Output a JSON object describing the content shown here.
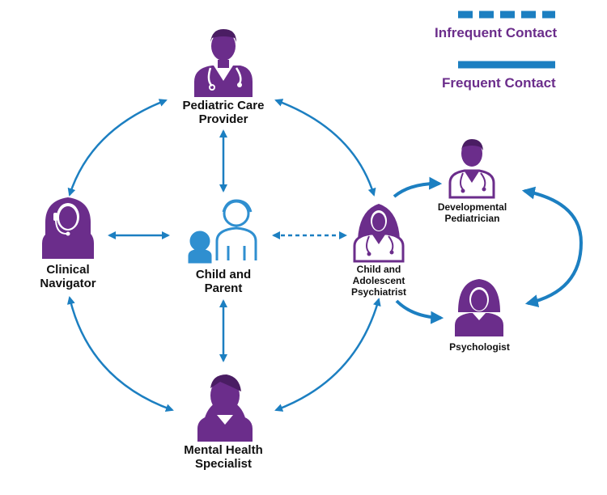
{
  "legend": {
    "infrequent_label": "Infrequent Contact",
    "frequent_label": "Frequent Contact"
  },
  "nodes": {
    "pediatric_care_provider": "Pediatric Care\nProvider",
    "clinical_navigator": "Clinical\nNavigator",
    "child_and_parent": "Child and\nParent",
    "child_adolescent_psychiatrist": "Child and\nAdolescent\nPsychiatrist",
    "developmental_pediatrician": "Developmental\nPediatrician",
    "psychologist": "Psychologist",
    "mental_health_specialist": "Mental Health\nSpecialist"
  },
  "colors": {
    "purple": "#6b2d8b",
    "blue": "#1c7fc1",
    "child_blue": "#2f8fd0"
  },
  "icons": {
    "pediatric_care_provider": "doctor-with-stethoscope-icon",
    "clinical_navigator": "person-with-headset-icon",
    "child_and_parent": "child-and-parent-icon",
    "child_adolescent_psychiatrist": "female-doctor-icon",
    "developmental_pediatrician": "doctor-icon",
    "psychologist": "woman-icon",
    "mental_health_specialist": "person-icon"
  }
}
